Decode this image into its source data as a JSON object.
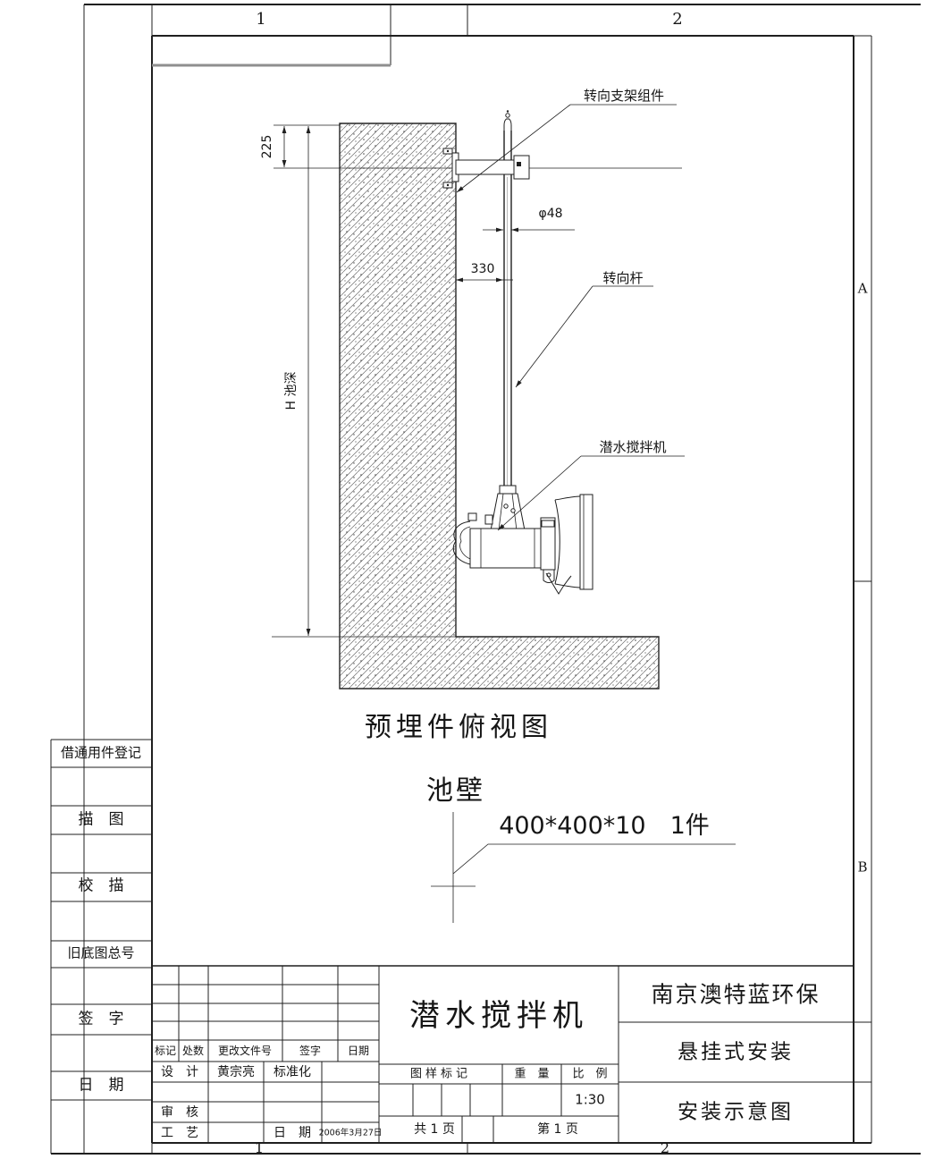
{
  "zones": {
    "top_left": "1",
    "top_right": "2",
    "bottom_left": "1",
    "bottom_right": "2",
    "right_upper": "A",
    "right_lower": "B"
  },
  "drawing": {
    "label_bracket": "转向支架组件",
    "label_rod": "转向杆",
    "label_mixer": "潜水搅拌机",
    "dim_top": "225",
    "dim_offset": "330",
    "dim_diameter": "φ48",
    "dim_depth": "H 池深",
    "caption": "预埋件俯视图",
    "wall_label": "池壁",
    "plate_spec": "400*400*10　1件"
  },
  "left_column": {
    "register": "借通用件登记",
    "trace": "描　图",
    "check_trace": "校　描",
    "old_no": "旧底图总号",
    "sign": "签　字",
    "date": "日　期"
  },
  "title_block": {
    "rev_headers": [
      "标记",
      "处数",
      "更改文件号",
      "签字",
      "日期"
    ],
    "design_label": "设　计",
    "designer": "黄宗亮",
    "standard_label": "标准化",
    "audit_label": "审　核",
    "process_label": "工　艺",
    "date_label": "日　期",
    "date_value": "2006年3月27日",
    "product": "潜水搅拌机",
    "stamp_label": "图样标记",
    "weight_label": "重　量",
    "scale_label": "比　例",
    "scale_value": "1:30",
    "total_pages": "共 1 页",
    "page_number": "第 1 页",
    "company": "南京澳特蓝环保",
    "mount_type": "悬挂式安装",
    "sheet_title": "安装示意图"
  }
}
